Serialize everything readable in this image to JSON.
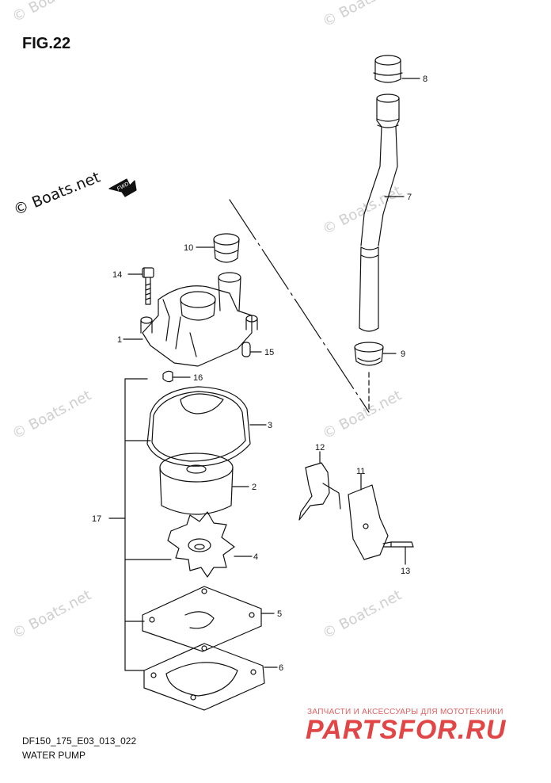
{
  "figure": {
    "title": "FIG.22"
  },
  "watermarks": {
    "main": "© Boats.net",
    "light": "© Boats.net"
  },
  "footer": {
    "code": "DF150_175_E03_013_022",
    "title": "WATER PUMP"
  },
  "banner": {
    "top": "ЗАПЧАСТИ И АКСЕССУАРЫ ДЛЯ МОТОТЕХНИКИ",
    "logo": "PARTSFOR.RU"
  },
  "callouts": {
    "n1": "1",
    "n2": "2",
    "n3": "3",
    "n4": "4",
    "n5": "5",
    "n6": "6",
    "n7": "7",
    "n8": "8",
    "n9": "9",
    "n10": "10",
    "n11": "11",
    "n12": "12",
    "n13": "13",
    "n14": "14",
    "n15": "15",
    "n16": "16",
    "n17": "17"
  },
  "fwd_icon_label": "FWD",
  "colors": {
    "line": "#111111",
    "watermark": "#cfcfcf",
    "banner": "#e24545"
  }
}
